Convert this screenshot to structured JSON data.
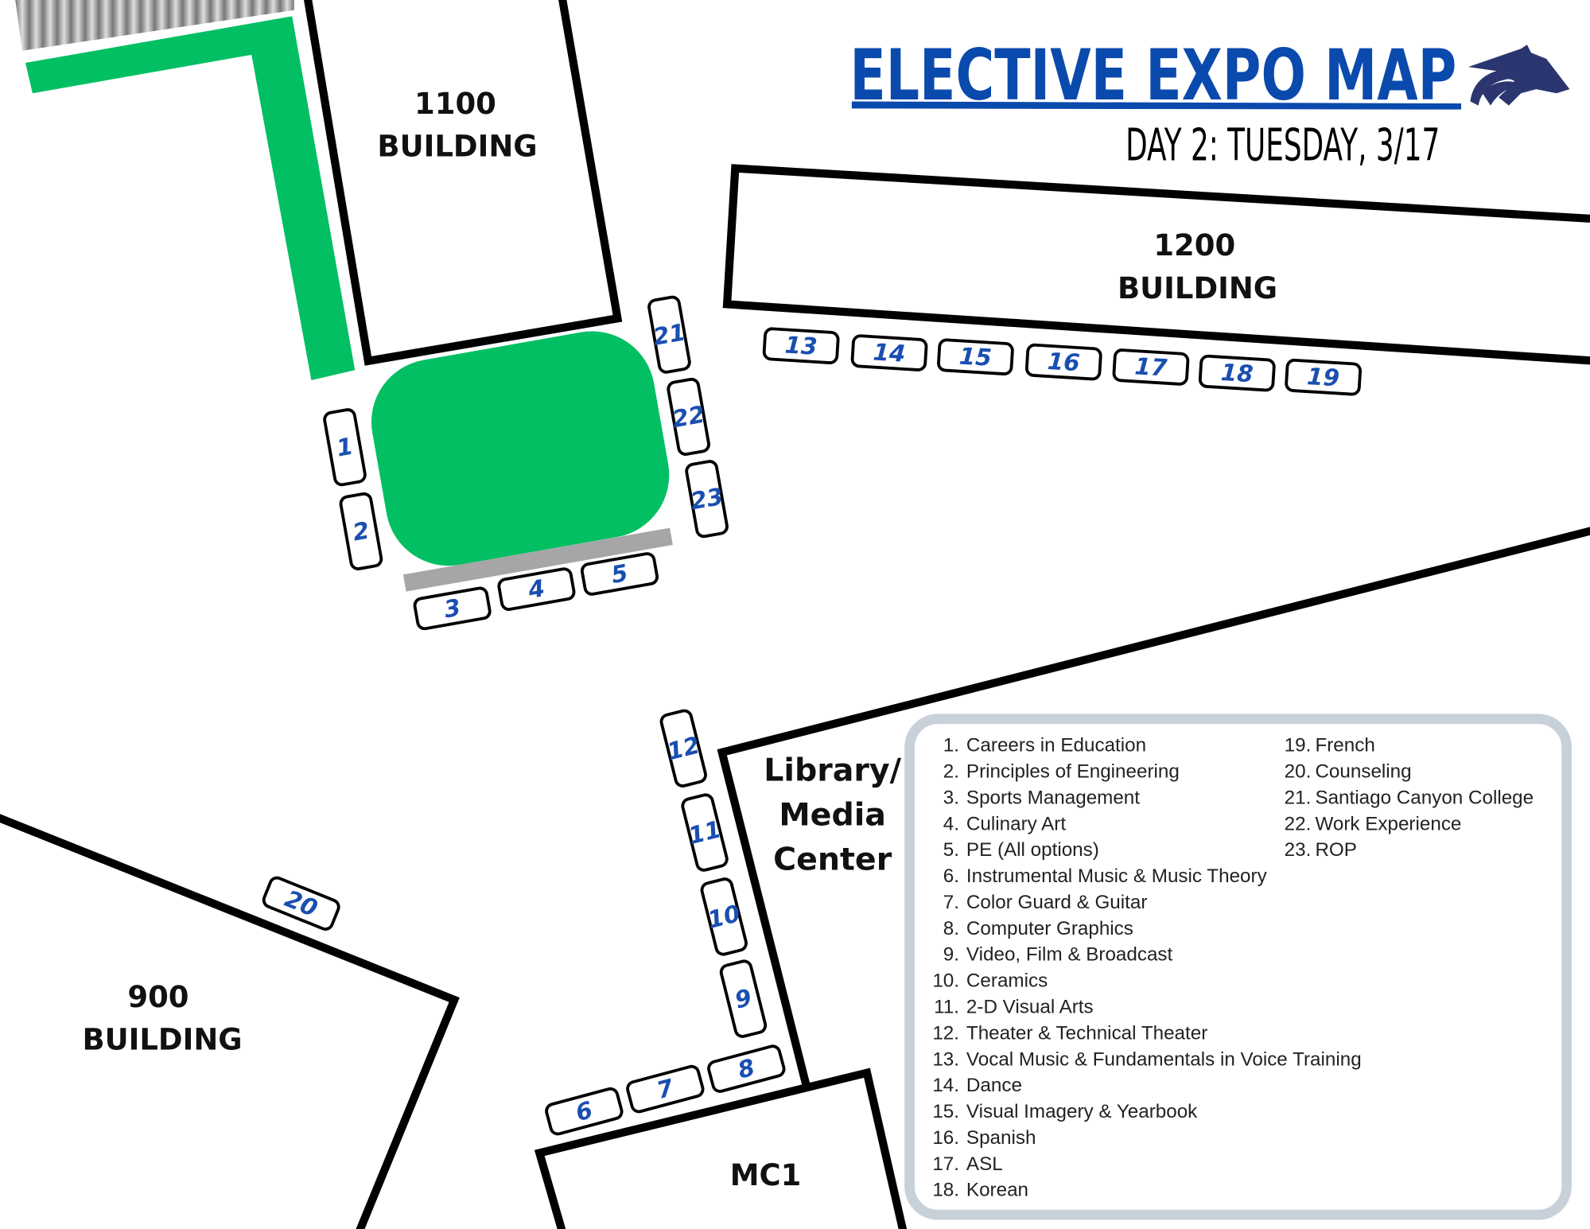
{
  "header": {
    "title": "ELECTIVE EXPO MAP",
    "subtitle": "DAY 2: TUESDAY, 3/17",
    "logo_icon": "wolf-mascot-icon"
  },
  "colors": {
    "title_blue": "#0b4aad",
    "booth_number_blue": "#1a4fb0",
    "field_green": "#02bf63",
    "legend_border": "#c8d0da",
    "logo_navy": "#2b3670"
  },
  "buildings": {
    "b1100": [
      "1100",
      "BUILDING"
    ],
    "b1200": [
      "1200",
      "BUILDING"
    ],
    "b900": [
      "900",
      "BUILDING"
    ],
    "library": [
      "Library/",
      "Media",
      "Center"
    ],
    "mc1": "MC1"
  },
  "booths": [
    "1",
    "2",
    "3",
    "4",
    "5",
    "6",
    "7",
    "8",
    "9",
    "10",
    "11",
    "12",
    "13",
    "14",
    "15",
    "16",
    "17",
    "18",
    "19",
    "20",
    "21",
    "22",
    "23"
  ],
  "legend": {
    "column1": [
      {
        "num": "1.",
        "label": "Careers in Education"
      },
      {
        "num": "2.",
        "label": "Principles of Engineering"
      },
      {
        "num": "3.",
        "label": "Sports Management"
      },
      {
        "num": "4.",
        "label": "Culinary Art"
      },
      {
        "num": "5.",
        "label": "PE (All options)"
      },
      {
        "num": "6.",
        "label": "Instrumental Music & Music Theory"
      },
      {
        "num": "7.",
        "label": "Color Guard & Guitar"
      },
      {
        "num": "8.",
        "label": "Computer Graphics"
      },
      {
        "num": "9.",
        "label": "Video, Film & Broadcast"
      },
      {
        "num": "10.",
        "label": "Ceramics"
      },
      {
        "num": "11.",
        "label": "2-D Visual Arts"
      },
      {
        "num": "12.",
        "label": "Theater & Technical Theater"
      },
      {
        "num": "13.",
        "label": "Vocal Music & Fundamentals in Voice Training"
      },
      {
        "num": "14.",
        "label": "Dance"
      },
      {
        "num": "15.",
        "label": "Visual Imagery & Yearbook"
      },
      {
        "num": "16.",
        "label": "Spanish"
      },
      {
        "num": "17.",
        "label": "ASL"
      },
      {
        "num": "18.",
        "label": "Korean"
      }
    ],
    "column2": [
      {
        "num": "19.",
        "label": "French"
      },
      {
        "num": "20.",
        "label": "Counseling"
      },
      {
        "num": "21.",
        "label": "Santiago Canyon College"
      },
      {
        "num": "22.",
        "label": "Work Experience"
      },
      {
        "num": "23.",
        "label": "ROP"
      }
    ]
  }
}
